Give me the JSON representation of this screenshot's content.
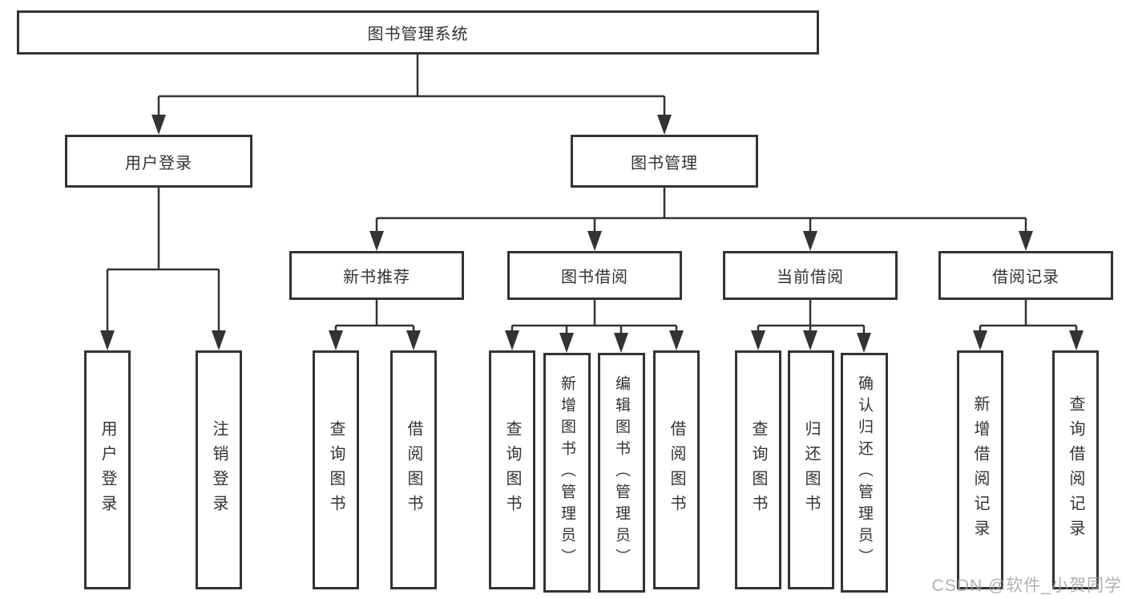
{
  "diagram": {
    "title": "图书管理系统",
    "children": [
      {
        "label": "用户登录",
        "children": [
          {
            "label": "用户登录"
          },
          {
            "label": "注销登录"
          }
        ]
      },
      {
        "label": "图书管理",
        "children": [
          {
            "label": "新书推荐",
            "children": [
              {
                "label": "查询图书"
              },
              {
                "label": "借阅图书"
              }
            ]
          },
          {
            "label": "图书借阅",
            "children": [
              {
                "label": "查询图书"
              },
              {
                "label": "新增图书（管理员）"
              },
              {
                "label": "编辑图书（管理员）"
              },
              {
                "label": "借阅图书"
              }
            ]
          },
          {
            "label": "当前借阅",
            "children": [
              {
                "label": "查询图书"
              },
              {
                "label": "归还图书"
              },
              {
                "label": "确认归还（管理员）"
              }
            ]
          },
          {
            "label": "借阅记录",
            "children": [
              {
                "label": "新增借阅记录"
              },
              {
                "label": "查询借阅记录"
              }
            ]
          }
        ]
      }
    ]
  },
  "watermark": {
    "text": "CSDN @软件_小贺同学"
  },
  "colors": {
    "line": "#333333",
    "box_border": "#333333",
    "box_fill": "#ffffff",
    "background": "#ffffff",
    "watermark": "#a3a3a3"
  }
}
